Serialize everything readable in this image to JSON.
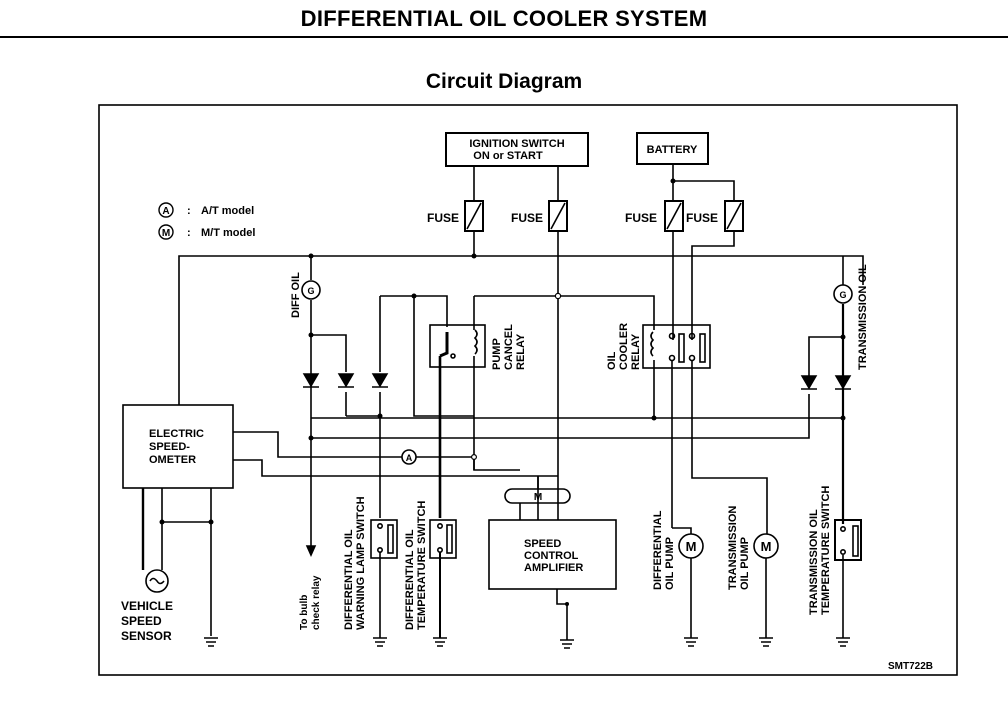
{
  "header": {
    "title": "DIFFERENTIAL OIL COOLER SYSTEM",
    "subtitle": "Circuit Diagram"
  },
  "legend": [
    {
      "symbol": "A",
      "sep": ":",
      "label": "A/T model"
    },
    {
      "symbol": "M",
      "sep": ":",
      "label": "M/T model"
    }
  ],
  "components": {
    "ignition_switch": [
      "IGNITION SWITCH",
      "ON or START"
    ],
    "battery": "BATTERY",
    "fuse_label": "FUSE",
    "diff_oil_gauge": "DIFF OIL",
    "transmission_oil_gauge": "TRANSMISSION OIL",
    "gauge_symbol": "G",
    "pump_cancel_relay": [
      "PUMP",
      "CANCEL",
      "RELAY"
    ],
    "oil_cooler_relay": [
      "OIL",
      "COOLER",
      "RELAY"
    ],
    "electric_speedometer": [
      "ELECTRIC",
      "SPEED-",
      "OMETER"
    ],
    "vehicle_speed_sensor": [
      "VEHICLE",
      "SPEED",
      "SENSOR"
    ],
    "bulb_check": [
      "To bulb",
      "check relay"
    ],
    "diff_oil_warning_switch": [
      "DIFFERENTIAL OIL",
      "WARNING LAMP SWITCH"
    ],
    "diff_oil_temp_switch": [
      "DIFFERENTIAL OIL",
      "TEMPERATURE SWITCH"
    ],
    "speed_control_amplifier": [
      "SPEED",
      "CONTROL",
      "AMPLIFIER"
    ],
    "connector_m": "M",
    "connector_a": "A",
    "diff_oil_pump": [
      "DIFFERENTIAL",
      "OIL PUMP"
    ],
    "trans_oil_pump": [
      "TRANSMISSION",
      "OIL PUMP"
    ],
    "trans_oil_temp_switch": [
      "TRANSMISSION OIL",
      "TEMPERATURE SWITCH"
    ],
    "motor_symbol": "M"
  },
  "figure_code": "SMT722B"
}
